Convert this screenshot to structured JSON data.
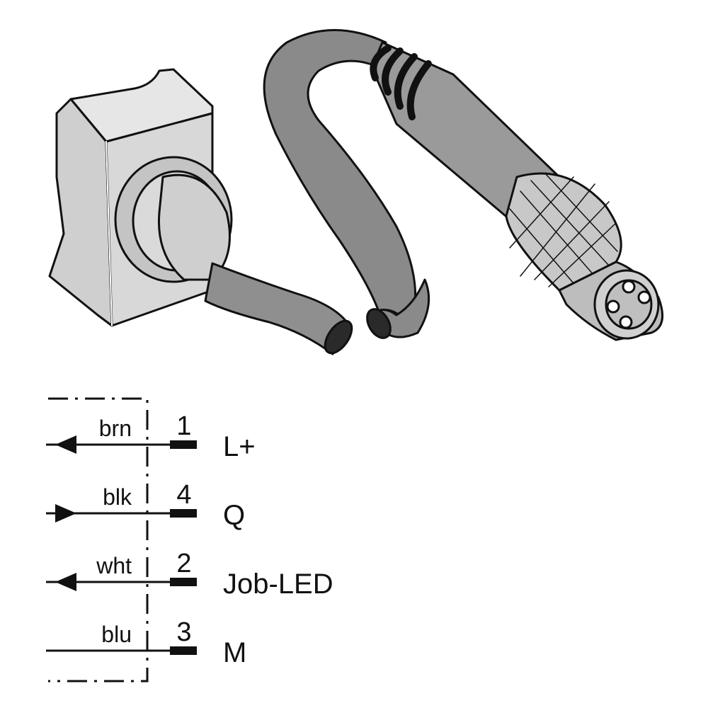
{
  "illustration": {
    "subject": "sensor-with-cable-and-m8-connector",
    "colors": {
      "housing": "#d0d0d0",
      "cable": "#8a8a8a",
      "cable_dark": "#5a5a5a",
      "connector": "#b8b8b8",
      "outline": "#111111"
    }
  },
  "wiring": {
    "rows": [
      {
        "wire": "brn",
        "pin": "1",
        "signal": "L+",
        "arrow": "left"
      },
      {
        "wire": "blk",
        "pin": "4",
        "signal": "Q",
        "arrow": "right"
      },
      {
        "wire": "wht",
        "pin": "2",
        "signal": "Job-LED",
        "arrow": "left"
      },
      {
        "wire": "blu",
        "pin": "3",
        "signal": "M",
        "arrow": "none"
      }
    ]
  }
}
